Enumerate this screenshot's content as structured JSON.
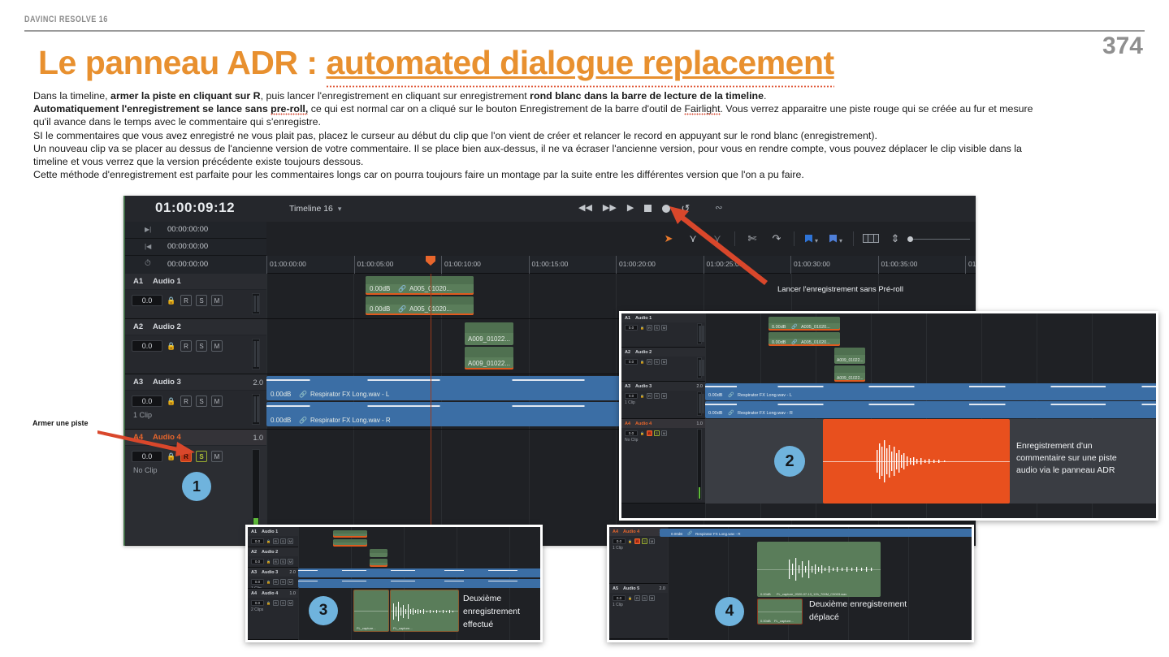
{
  "header": {
    "brand": "DAVINCI RESOLVE 16",
    "page_number": "374",
    "title_part1": "Le panneau ADR : ",
    "title_part2": "automated dialogue replacement"
  },
  "body": {
    "p1_a": "Dans la timeline, ",
    "p1_b": "armer la piste en cliquant sur R",
    "p1_c": ", puis lancer l'enregistrement en cliquant sur enregistrement ",
    "p1_d": "rond blanc dans la barre de lecture de la timeline",
    "p1_e": ".",
    "p2_a": "Automatiquement l'enregistrement se lance sans ",
    "p2_b": "pre-roll,",
    "p2_c": " ce qui est normal car on a cliqué sur le bouton Enregistrement de la barre d'outil de ",
    "p2_d": "Fairlight",
    "p2_e": ". Vous verrez apparaitre une piste rouge qui se créée au fur et mesure",
    "p3": "qu'il avance dans le temps avec le commentaire qui s'enregistre.",
    "p4": "SI le commentaires que vous avez enregistré ne vous plait pas, placez le curseur au début du clip que l'on vient de créer et relancer le record en appuyant sur le rond blanc (enregistrement).",
    "p5": "Un nouveau clip va se placer au dessus de l'ancienne version de votre commentaire. Il se place bien aux-dessus, il ne va écraser l'ancienne version, pour vous en rendre compte, vous pouvez déplacer le clip visible dans la",
    "p6": "timeline et vous verrez que la version précédente existe toujours dessous.",
    "p7": "Cette méthode d'enregistrement est parfaite pour les commentaires longs car on pourra toujours faire un montage par la suite entre les différentes version que l'on a pu faire."
  },
  "main_panel": {
    "timecode": "01:00:09:12",
    "timeline_name": "Timeline 16",
    "chevron": "⌄",
    "left_fields": [
      {
        "icon": "mark-out-icon",
        "glyph": "▶|",
        "value": "00:00:00:00"
      },
      {
        "icon": "mark-in-icon",
        "glyph": "|◀",
        "value": "00:00:00:00"
      },
      {
        "icon": "duration-clock-icon",
        "glyph": "◷",
        "value": "00:00:00:00"
      }
    ],
    "transport": [
      {
        "name": "rewind-button",
        "glyph": "◀◀"
      },
      {
        "name": "fast-forward-button",
        "glyph": "▶▶"
      },
      {
        "name": "play-button",
        "glyph": "▶"
      },
      {
        "name": "stop-button",
        "glyph": "■"
      },
      {
        "name": "record-button",
        "glyph": "●"
      },
      {
        "name": "loop-button",
        "glyph": "↺"
      },
      {
        "name": "keyframe-curve-button",
        "glyph": "∿"
      }
    ],
    "tools": [
      {
        "name": "selection-arrow-tool",
        "glyph": "➤",
        "state": "selected"
      },
      {
        "name": "trim-edit-tool",
        "glyph": "⟊",
        "state": "normal"
      },
      {
        "name": "dynamic-trim-tool",
        "glyph": "⫛",
        "state": "dim"
      },
      {
        "name": "razor-blade-tool",
        "glyph": "✂",
        "state": "normal"
      },
      {
        "name": "snapping-magnet-tool",
        "glyph": "↺",
        "state": "normal"
      },
      {
        "name": "flag-dropdown",
        "glyph": "▮",
        "state": "flag"
      },
      {
        "name": "marker-dropdown",
        "glyph": "▮",
        "state": "marker"
      },
      {
        "name": "track-layout-button",
        "glyph": "▤",
        "state": "normal"
      },
      {
        "name": "track-height-button",
        "glyph": "⇕",
        "state": "normal"
      },
      {
        "name": "zoom-slider",
        "glyph": "",
        "state": "slider"
      },
      {
        "name": "fit-timeline-button",
        "glyph": "‹›",
        "state": "normal"
      },
      {
        "name": "audio-zoom-slider",
        "glyph": "",
        "state": "slider"
      }
    ],
    "ruler_ticks": [
      "01:00:00:00",
      "01:00:05:00",
      "01:00:10:00",
      "01:00:15:00",
      "01:00:20:00",
      "01:00:25:00",
      "01:00:30:00",
      "01:00:35:00",
      "01:"
    ],
    "tracks": [
      {
        "index": "A1",
        "name": "Audio 1",
        "format": "",
        "gain": "0.0",
        "lock": "🔒",
        "r": "R",
        "s": "S",
        "m": "M",
        "clips_label": "",
        "armed": false
      },
      {
        "index": "A2",
        "name": "Audio 2",
        "format": "",
        "gain": "0.0",
        "lock": "🔒",
        "r": "R",
        "s": "S",
        "m": "M",
        "clips_label": "",
        "armed": false
      },
      {
        "index": "A3",
        "name": "Audio 3",
        "format": "2.0",
        "gain": "0.0",
        "lock": "🔒",
        "r": "R",
        "s": "S",
        "m": "M",
        "clips_label": "1 Clip",
        "armed": false
      },
      {
        "index": "A4",
        "name": "Audio 4",
        "format": "1.0",
        "gain": "0.0",
        "lock": "🔒",
        "r": "R",
        "s": "S",
        "m": "M",
        "clips_label": "No Clip",
        "armed": true
      }
    ],
    "clips": {
      "a1_top": {
        "db": "0.00dB",
        "link": "🔗",
        "name": "A005_01020..."
      },
      "a1_bot": {
        "db": "0.00dB",
        "link": "🔗",
        "name": "A005_01020..."
      },
      "a2_top": {
        "name": "A009_01022..."
      },
      "a2_bot": {
        "name": "A009_01022..."
      },
      "a3_l": {
        "db": "0.00dB",
        "link": "🔗",
        "name": "Respirator FX Long.wav - L"
      },
      "a3_r": {
        "db": "0.00dB",
        "link": "🔗",
        "name": "Respirator FX Long.wav - R"
      }
    },
    "annotation_preroll": "Lancer l'enregistrement sans Pré-roll",
    "badge_1": "1"
  },
  "annotations": {
    "arm_track": "Armer une piste"
  },
  "panel2": {
    "badge": "2",
    "caption_l1": "Enregistrement d'un",
    "caption_l2": "commentaire sur une piste",
    "caption_l3": "audio via le panneau ADR",
    "tracks": [
      {
        "index": "A1",
        "name": "Audio 1",
        "format": "",
        "gain": "0.0",
        "clips_label": "",
        "armed": false
      },
      {
        "index": "A2",
        "name": "Audio 2",
        "format": "",
        "gain": "0.0",
        "clips_label": "",
        "armed": false
      },
      {
        "index": "A3",
        "name": "Audio 3",
        "format": "2.0",
        "gain": "0.0",
        "clips_label": "1 Clip",
        "armed": false
      },
      {
        "index": "A4",
        "name": "Audio 4",
        "format": "1.0",
        "gain": "0.0",
        "clips_label": "No Clip",
        "armed": true
      }
    ],
    "clips": {
      "a1_top": "A005_01020...",
      "a1_bot": "A005_01020...",
      "a2_top": "A009_01022...",
      "a2_bot": "A009_01022...",
      "a3_l": "Respirator FX Long.wav - L",
      "a3_r": "Respirator FX Long.wav - R",
      "db": "0.00dB"
    }
  },
  "panel3": {
    "badge": "3",
    "caption_l1": "Deuxième",
    "caption_l2": "enregistrement",
    "caption_l3": "effectué",
    "tracks": [
      {
        "index": "A1",
        "name": "Audio 1",
        "format": "",
        "clips_label": "",
        "armed": false
      },
      {
        "index": "A2",
        "name": "Audio 2",
        "format": "",
        "clips_label": "",
        "armed": false
      },
      {
        "index": "A3",
        "name": "Audio 3",
        "format": "2.0",
        "clips_label": "1 Clip",
        "armed": false
      },
      {
        "index": "A4",
        "name": "Audio 4",
        "format": "1.0",
        "clips_label": "2 Clips",
        "armed": false
      }
    ],
    "clip_label": "FL_capture..."
  },
  "panel4": {
    "badge": "4",
    "caption_l1": "Deuxième enregistrement",
    "caption_l2": "déplacé",
    "tracks": [
      {
        "index": "A4",
        "name": "Audio 4",
        "format": "1.0",
        "clips_label": "1 Clip",
        "armed": true
      },
      {
        "index": "A5",
        "name": "Audio 5",
        "format": "2.0",
        "clips_label": "1 Clip",
        "armed": false
      }
    ],
    "top_clip_label": "Respirator FX Long.wav - R",
    "big_clip_label": "FL_capture_2020-07-13_12h_700M_C0003.wav",
    "small_clip_label": "FL_capture...",
    "db": "0.00dB"
  },
  "colors": {
    "accent_orange": "#e8902f",
    "arrow_red": "#d9472b",
    "badge_blue": "#6fb3dd",
    "record_orange": "#e8501e",
    "clip_green": "#5a7d5a",
    "clip_blue": "#3b6ea5"
  }
}
